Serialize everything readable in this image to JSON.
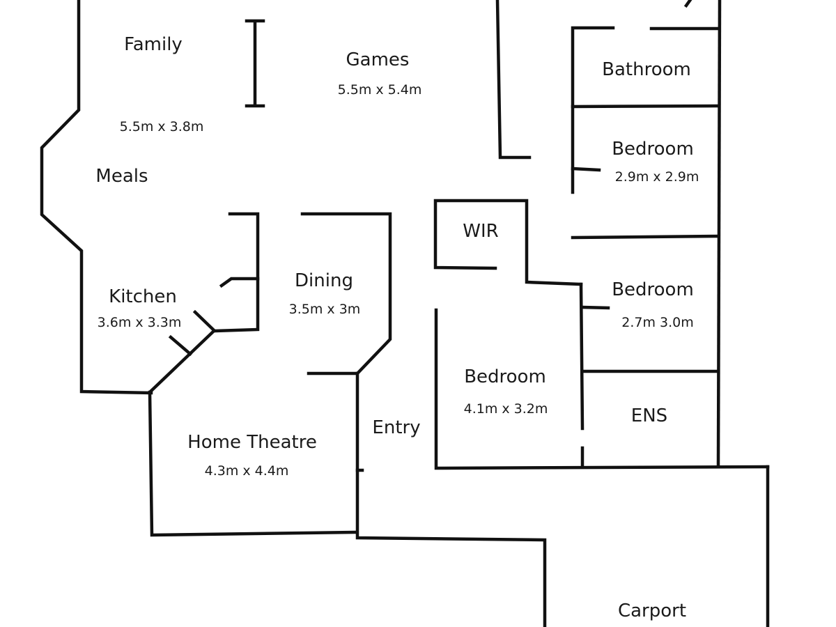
{
  "rooms": {
    "family": {
      "name": "Family",
      "dims": "5.5m x 3.8m"
    },
    "games": {
      "name": "Games",
      "dims": "5.5m x 5.4m"
    },
    "bathroom": {
      "name": "Bathroom"
    },
    "bedroom_top": {
      "name": "Bedroom",
      "dims": "2.9m x 2.9m"
    },
    "meals": {
      "name": "Meals"
    },
    "wir": {
      "name": "WIR"
    },
    "kitchen": {
      "name": "Kitchen",
      "dims": "3.6m x 3.3m"
    },
    "dining": {
      "name": "Dining",
      "dims": "3.5m x 3m"
    },
    "bedroom_mid": {
      "name": "Bedroom",
      "dims": "2.7m 3.0m"
    },
    "bedroom_master": {
      "name": "Bedroom",
      "dims": "4.1m x 3.2m"
    },
    "ens": {
      "name": "ENS"
    },
    "entry": {
      "name": "Entry"
    },
    "home_theatre": {
      "name": "Home Theatre",
      "dims": "4.3m x 4.4m"
    },
    "carport": {
      "name": "Carport"
    }
  }
}
